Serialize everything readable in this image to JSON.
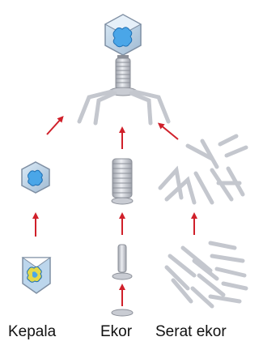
{
  "labels": {
    "head": "Kepala",
    "tail": "Ekor",
    "tail_fibers": "Serat ekor"
  },
  "colors": {
    "arrow": "#d0202a",
    "capsid_fill": "#bcd6ec",
    "capsid_edge": "#7f8fa3",
    "dna": "#2f8fd6",
    "tail_metal": "#c9ccd3",
    "tail_edge": "#8c9099",
    "fiber": "#c4c7ce"
  },
  "icons": [
    "bacteriophage-icon",
    "capsid-icon",
    "tail-sheath-icon",
    "tail-fiber-icon",
    "arrow-icon"
  ]
}
